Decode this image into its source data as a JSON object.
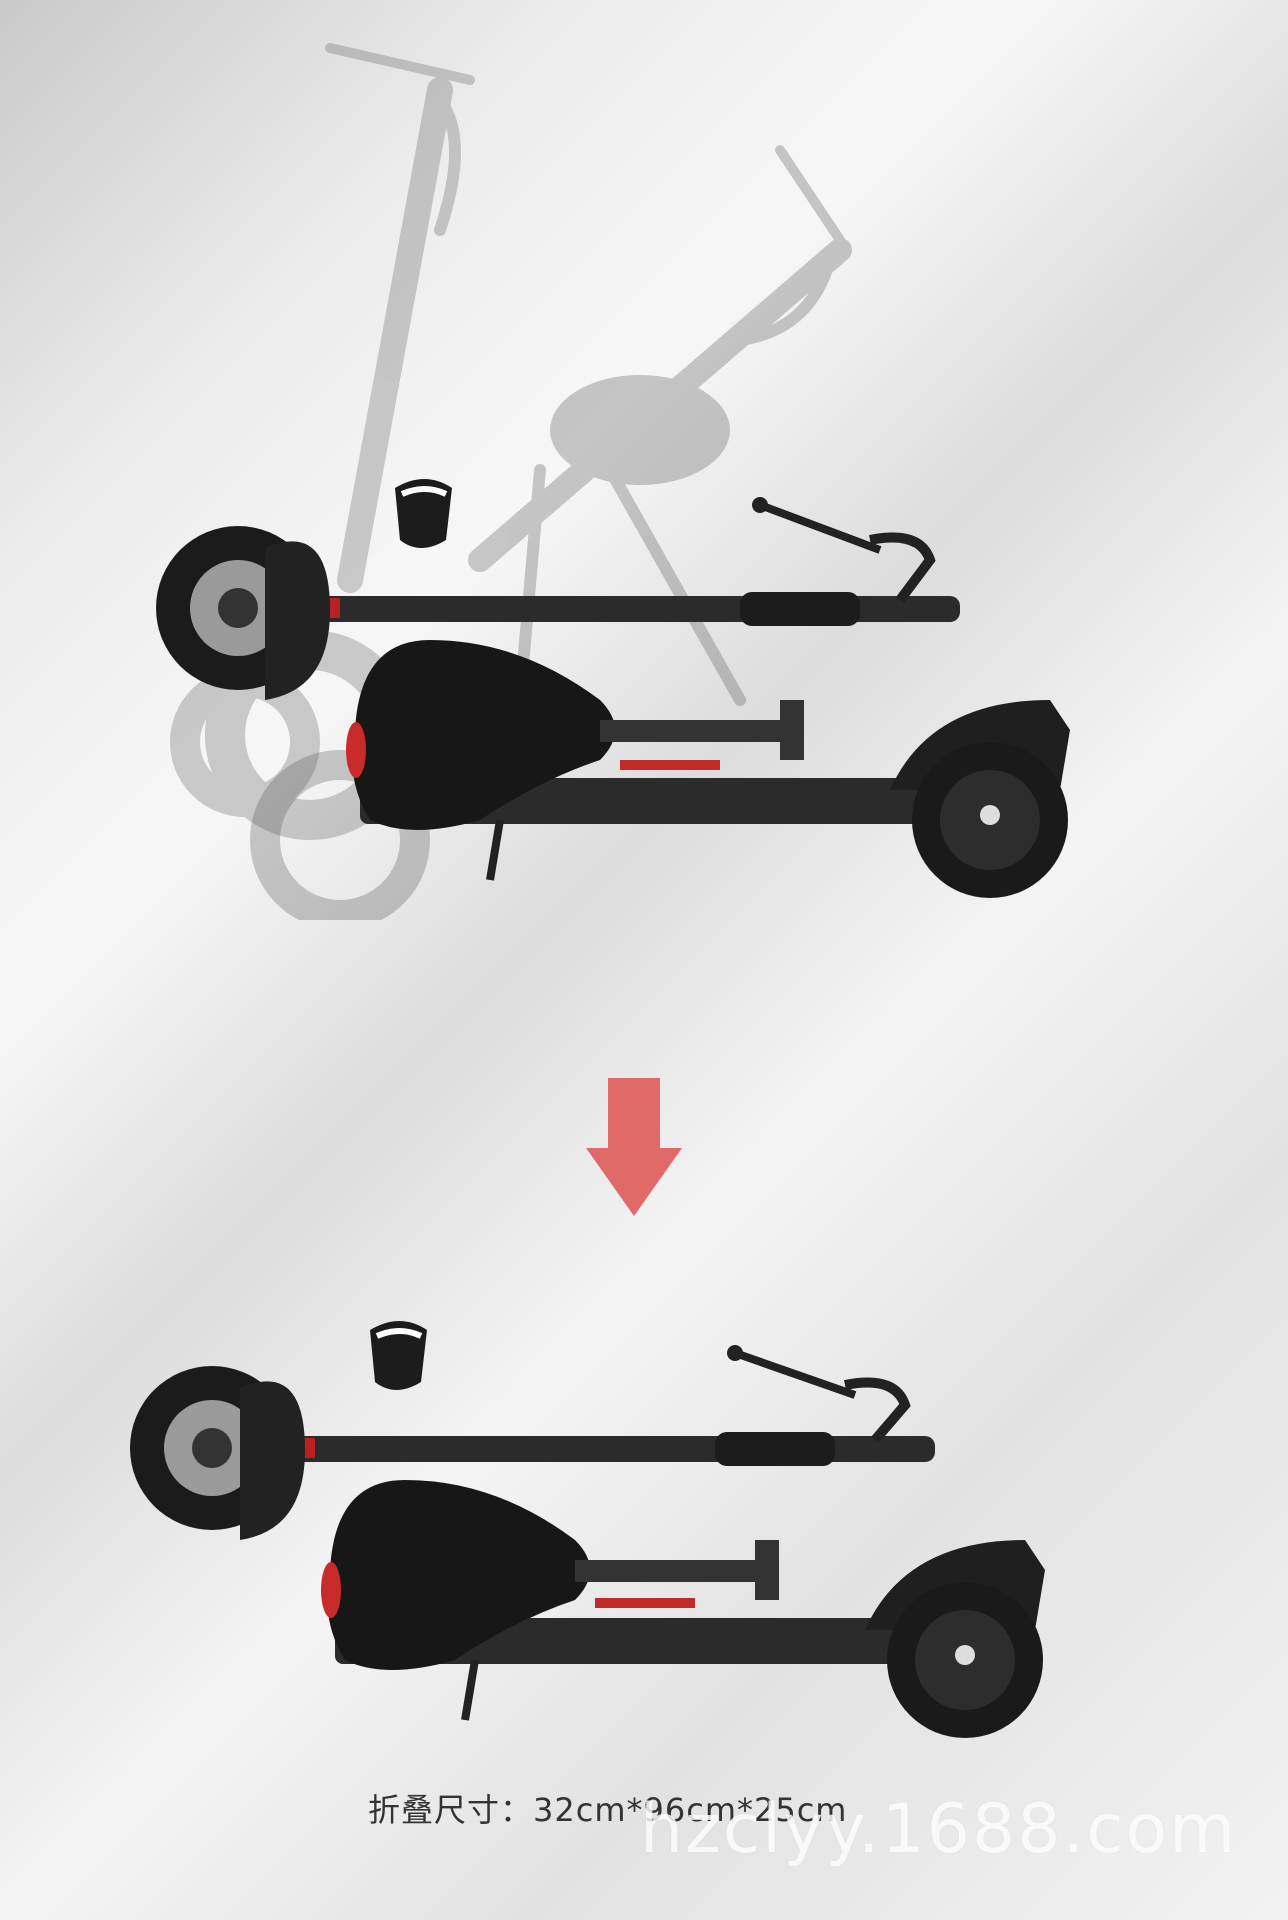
{
  "caption": {
    "label": "折叠尺寸：",
    "dimensions": "32cm*96cm*25cm"
  },
  "watermark": "hzclyy.1688.com",
  "colors": {
    "arrow": "#e06a6a",
    "accent_red": "#d32a2a",
    "frame": "#2b2b2b"
  },
  "icons": [
    "folding-arrow-down",
    "scooter-folding-sequence",
    "scooter-folded"
  ]
}
